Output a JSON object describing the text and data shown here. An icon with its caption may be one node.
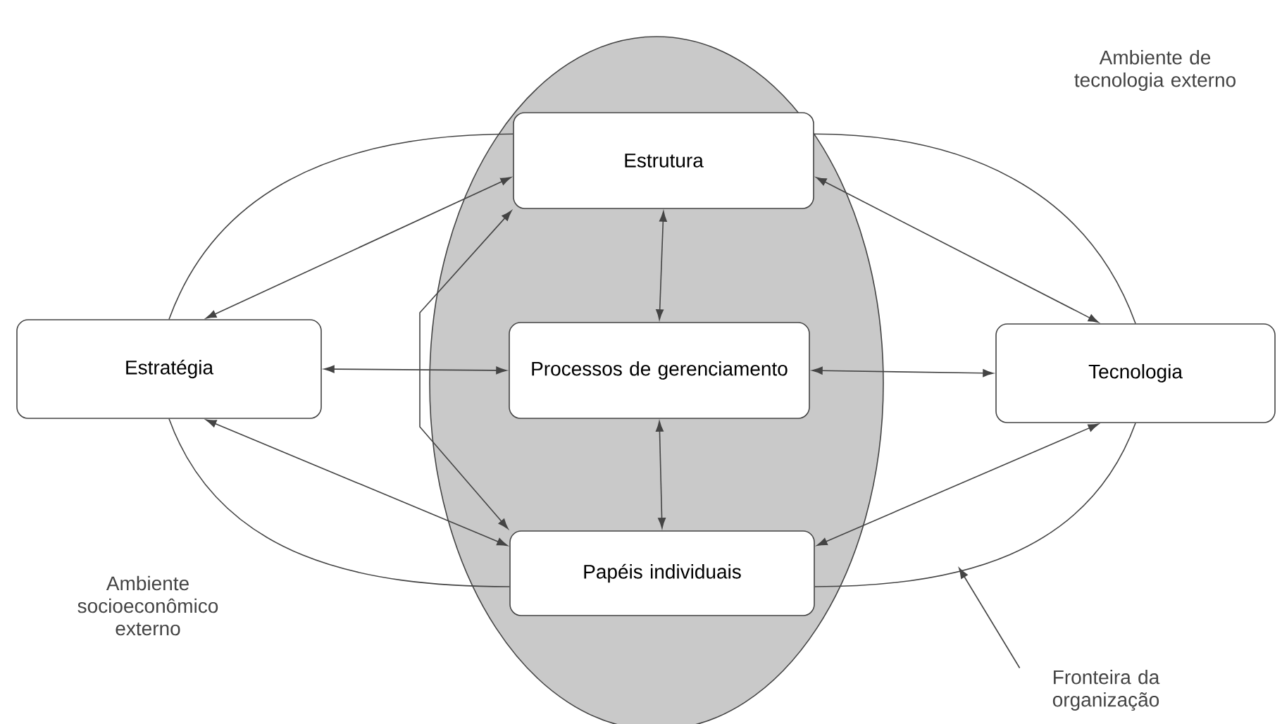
{
  "diagram": {
    "nodes": [
      {
        "text": [],
        "shape": "ellipse"
      },
      {
        "text": [
          "Estrutura"
        ],
        "in": 0
      },
      {
        "text": [
          "Estratégia"
        ]
      },
      {
        "text": [
          "Processos de gerenciamento"
        ],
        "in": 0
      },
      {
        "text": [
          "Tecnologia"
        ]
      },
      {
        "text": [
          "Papéis individuais"
        ],
        "in": 0
      },
      {
        "text": [
          "Fronteira da organização"
        ]
      }
    ],
    "edges": [
      {
        "from": 1,
        "to": 2,
        "arrow": "none"
      },
      {
        "from": 1,
        "to": 4,
        "arrow": "none"
      },
      {
        "from": 4,
        "to": 5,
        "arrow": "none"
      },
      {
        "from": 5,
        "to": 2,
        "arrow": "none"
      },
      {
        "from": 1,
        "to": 2,
        "arrow": "both"
      },
      {
        "from": 1,
        "to": 4,
        "arrow": "both"
      },
      {
        "from": 2,
        "to": 3,
        "arrow": "both"
      },
      {
        "from": 3,
        "to": 4,
        "arrow": "both"
      },
      {
        "from": 1,
        "to": 3,
        "arrow": "both"
      },
      {
        "from": 3,
        "to": 5,
        "arrow": "both"
      },
      {
        "from": 5,
        "to": 2,
        "arrow": "both"
      },
      {
        "from": 5,
        "to": 4,
        "arrow": "both"
      },
      {
        "from": 1,
        "to": 5,
        "arrow": "both"
      },
      {
        "from": 6,
        "to": null,
        "arrow": "to"
      }
    ],
    "labels": [
      "Ambiente de tecnologia externo",
      "Ambiente socioeconômico externo"
    ]
  }
}
